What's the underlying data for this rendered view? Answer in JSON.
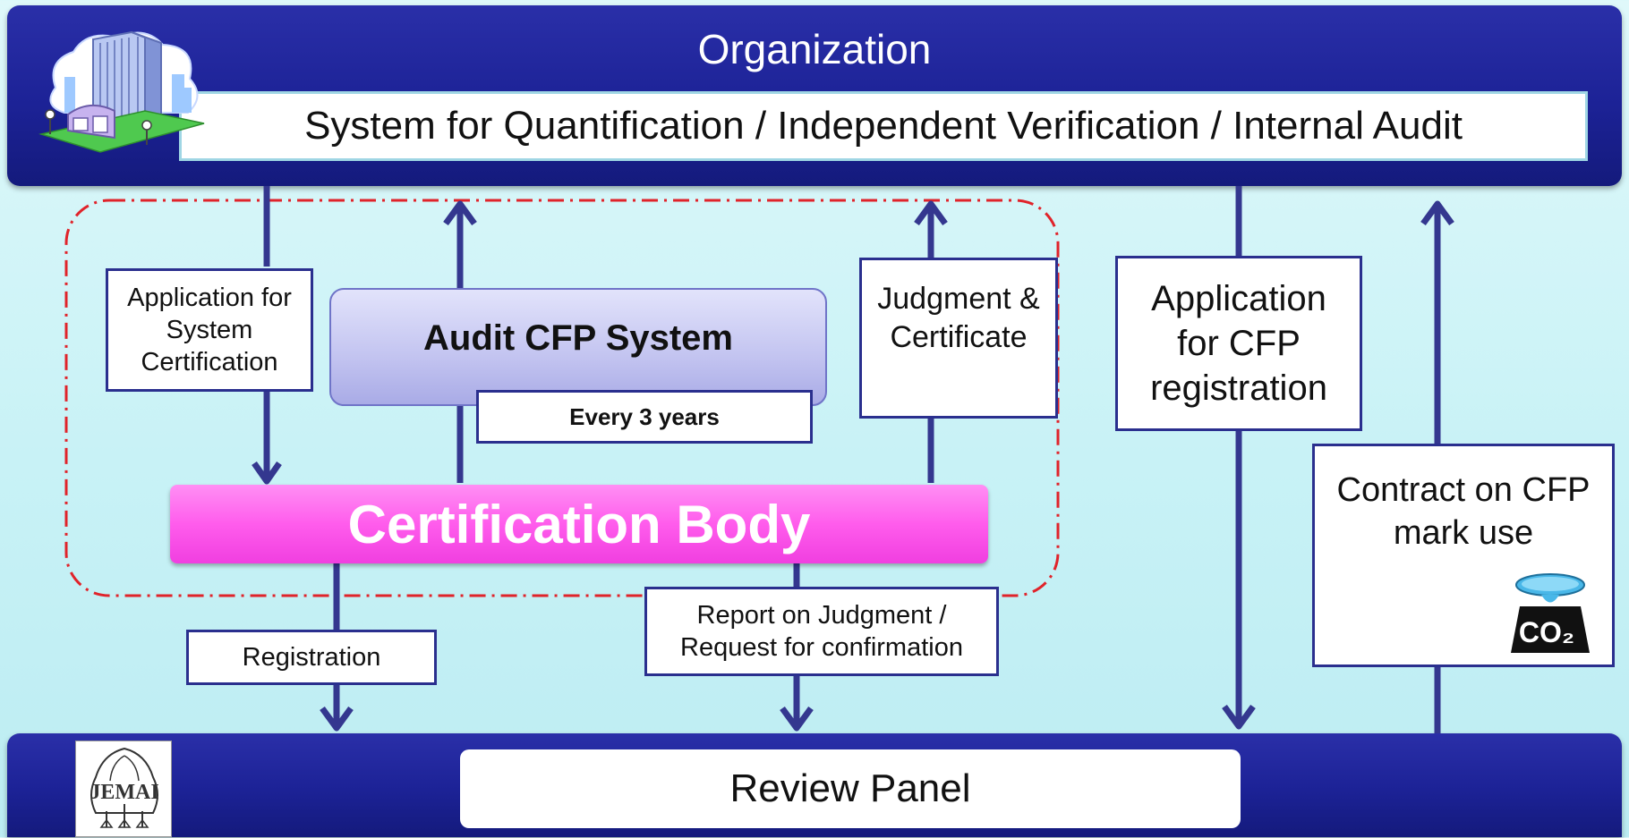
{
  "organization": {
    "title": "Organization",
    "system_label": "System for Quantification / Independent Verification / Internal Audit"
  },
  "certification_body": "Certification Body",
  "audit_system": "Audit CFP System",
  "audit_frequency": "Every 3 years",
  "flows": {
    "application_system": "Application for System Certification",
    "judgment_certificate": "Judgment & Certificate",
    "application_cfp": "Application for CFP registration",
    "contract_mark": "Contract on CFP mark use",
    "registration": "Registration",
    "report": "Report  on Judgment / Request for confirmation"
  },
  "review_panel": "Review Panel",
  "logos": {
    "jemai": "JEMAI",
    "co2_mark": "CO₂"
  },
  "colors": {
    "band": "#1c2296",
    "arrow": "#34378f",
    "cert_body": "#ff66f0",
    "dashed_border": "#e0232a"
  }
}
